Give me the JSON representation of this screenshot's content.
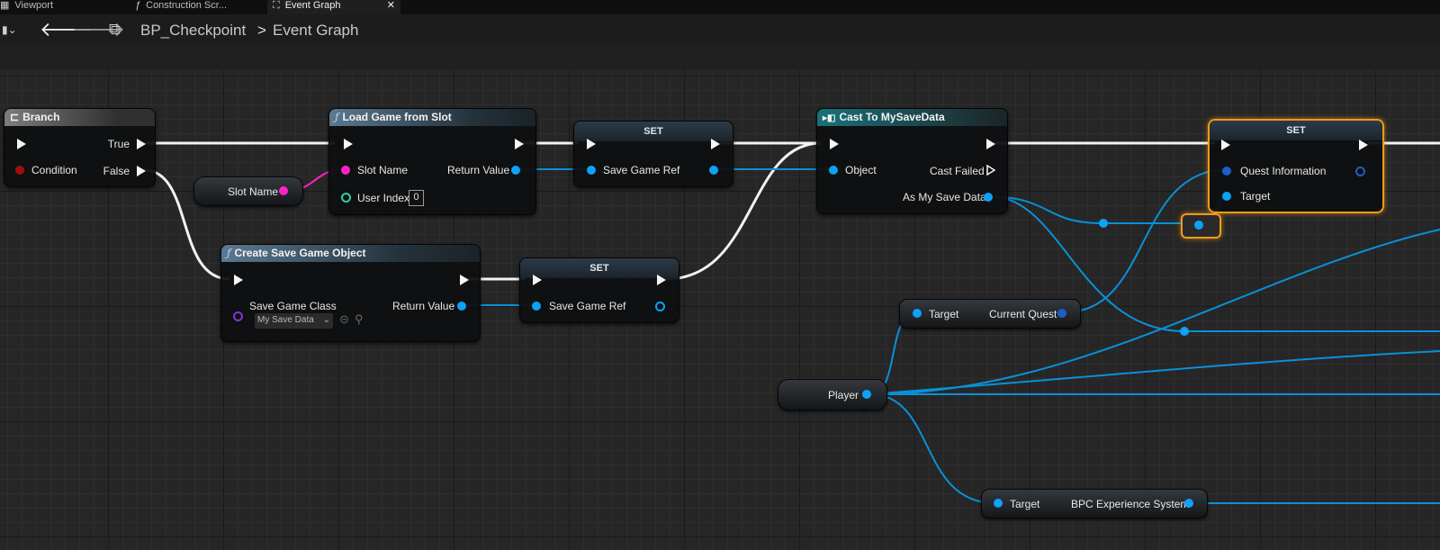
{
  "tabs": [
    {
      "label": "Viewport",
      "icon": "grid-icon"
    },
    {
      "label": "Construction Scr...",
      "icon": "function-icon"
    },
    {
      "label": "Event Graph",
      "icon": "graph-icon",
      "active": true
    }
  ],
  "breadcrumb": {
    "blueprint": "BP_Checkpoint",
    "separator": ">",
    "graph": "Event Graph"
  },
  "nodes": {
    "branch": {
      "title": "Branch",
      "true_label": "True",
      "condition_label": "Condition",
      "false_label": "False"
    },
    "load_game": {
      "title": "Load Game from Slot",
      "slot_name": "Slot Name",
      "return_value": "Return Value",
      "user_index": "User Index",
      "user_index_value": "0"
    },
    "set1": {
      "title": "SET",
      "var_label": "Save Game Ref"
    },
    "cast": {
      "title": "Cast To MySaveData",
      "object": "Object",
      "cast_failed": "Cast Failed",
      "as_data": "As My Save Data"
    },
    "set_quest": {
      "title": "SET",
      "quest_info": "Quest Information",
      "target": "Target"
    },
    "slot_name_var": {
      "label": "Slot Name"
    },
    "create_save": {
      "title": "Create Save Game Object",
      "save_class": "Save Game Class",
      "return_value": "Return Value",
      "class_value": "My Save Data"
    },
    "set2": {
      "title": "SET",
      "var_label": "Save Game Ref"
    },
    "current_quest": {
      "target": "Target",
      "output": "Current Quest"
    },
    "player_var": {
      "label": "Player"
    },
    "experience": {
      "target": "Target",
      "output": "BPC Experience System"
    }
  },
  "colors": {
    "exec": "#f5f5f5",
    "object": "#0da2f5",
    "string": "#ff21c8",
    "bool": "#a00e0e",
    "selection": "#f19a1b"
  }
}
